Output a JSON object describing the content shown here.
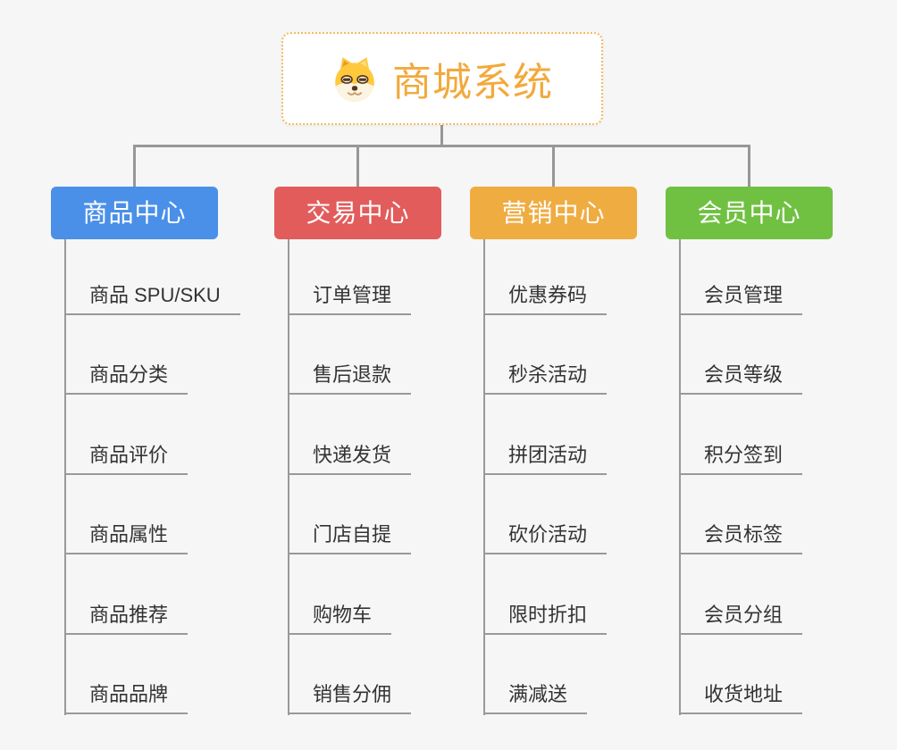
{
  "page": {
    "background_color": "#f6f6f6",
    "connector_color": "#979797"
  },
  "root": {
    "title": "商城系统",
    "icon": "dog-face-icon",
    "title_color": "#F2A93C",
    "border_color": "#F3BA60"
  },
  "branches": [
    {
      "label": "商品中心",
      "color": "#4A90E8",
      "children": [
        "商品 SPU/SKU",
        "商品分类",
        "商品评价",
        "商品属性",
        "商品推荐",
        "商品品牌"
      ]
    },
    {
      "label": "交易中心",
      "color": "#E25C5C",
      "children": [
        "订单管理",
        "售后退款",
        "快递发货",
        "门店自提",
        "购物车",
        "销售分佣"
      ]
    },
    {
      "label": "营销中心",
      "color": "#EFAC41",
      "children": [
        "优惠券码",
        "秒杀活动",
        "拼团活动",
        "砍价活动",
        "限时折扣",
        "满减送"
      ]
    },
    {
      "label": "会员中心",
      "color": "#70C142",
      "children": [
        "会员管理",
        "会员等级",
        "积分签到",
        "会员标签",
        "会员分组",
        "收货地址"
      ]
    }
  ]
}
